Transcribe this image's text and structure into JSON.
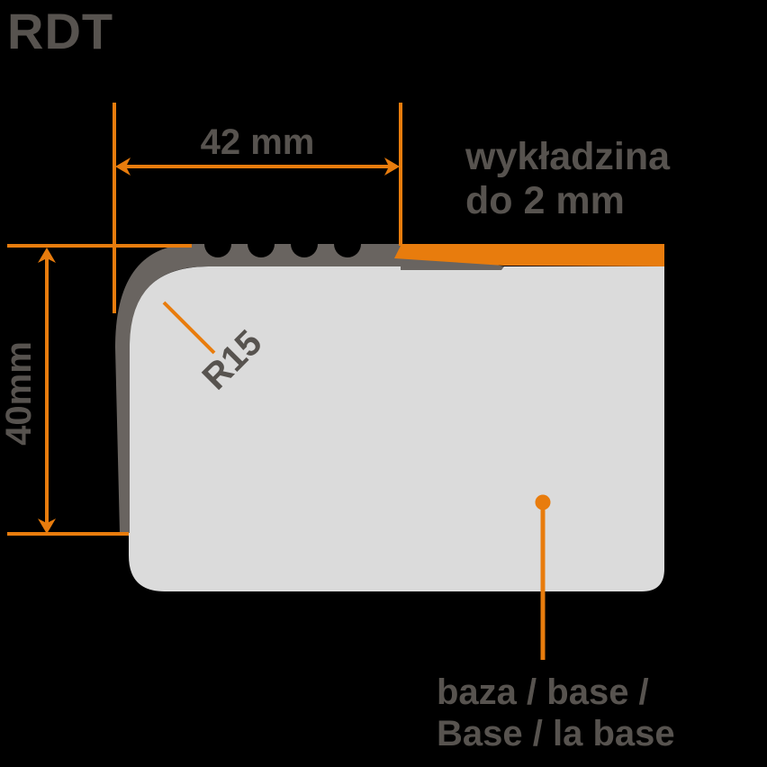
{
  "title": "RDT",
  "profile": {
    "width_label": "42 mm",
    "height_label": "40mm",
    "radius_label": "R15",
    "covering_label_line1": "wykładzina",
    "covering_label_line2": "do 2 mm",
    "base_label_line1": "baza / base /",
    "base_label_line2": "Base / la base"
  },
  "colors": {
    "accent_orange": "#E87C0D",
    "profile_dark_gray": "#696460",
    "base_light_gray": "#DBDBDB",
    "text_gray": "#57534F",
    "background": "#000000"
  }
}
